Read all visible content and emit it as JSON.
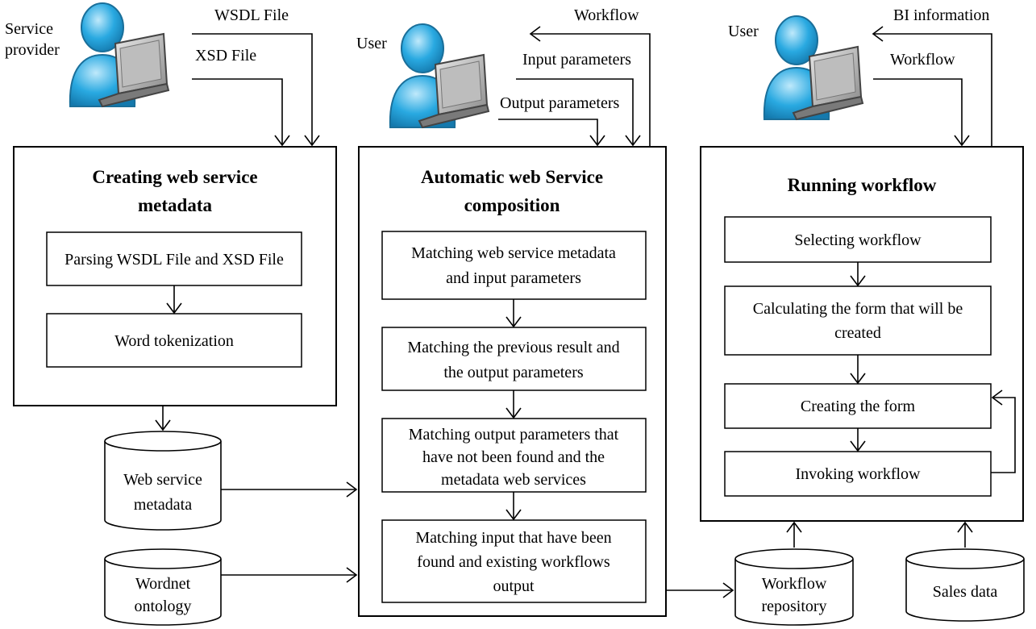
{
  "panels": {
    "creating": {
      "title_line1": "Creating web service",
      "title_line2": "metadata"
    },
    "composition": {
      "title_line1": "Automatic web Service",
      "title_line2": "composition"
    },
    "running": {
      "title_line1": "Running workflow"
    }
  },
  "steps": {
    "parsing": "Parsing WSDL File and XSD File",
    "tokenization": "Word tokenization",
    "match1_l1": "Matching web service metadata",
    "match1_l2": "and input parameters",
    "match2_l1": "Matching the previous result and",
    "match2_l2": "the output parameters",
    "match3_l1": "Matching output parameters that",
    "match3_l2": "have not been found and the",
    "match3_l3": "metadata web services",
    "match4_l1": "Matching input  that have been",
    "match4_l2": "found and existing workflows",
    "match4_l3": "output",
    "select_wf": "Selecting workflow",
    "calc_l1": "Calculating the form that will be",
    "calc_l2": "created",
    "create_form": "Creating the form",
    "invoke_wf": "Invoking workflow"
  },
  "actors": {
    "provider_l1": "Service",
    "provider_l2": "provider",
    "user1": "User",
    "user2": "User"
  },
  "flows": {
    "wsdl": "WSDL File",
    "xsd": "XSD File",
    "workflow_out": "Workflow",
    "input_params": "Input parameters",
    "output_params": "Output parameters",
    "bi_info": "BI information",
    "workflow_in": "Workflow"
  },
  "stores": {
    "ws_meta_l1": "Web service",
    "ws_meta_l2": "metadata",
    "wordnet_l1": "Wordnet",
    "wordnet_l2": "ontology",
    "wf_repo_l1": "Workflow",
    "wf_repo_l2": "repository",
    "sales": "Sales data"
  },
  "colors": {
    "user_body": "#29a9e1",
    "user_outline": "#1a6f9a",
    "laptop": "#9a9a9a"
  }
}
